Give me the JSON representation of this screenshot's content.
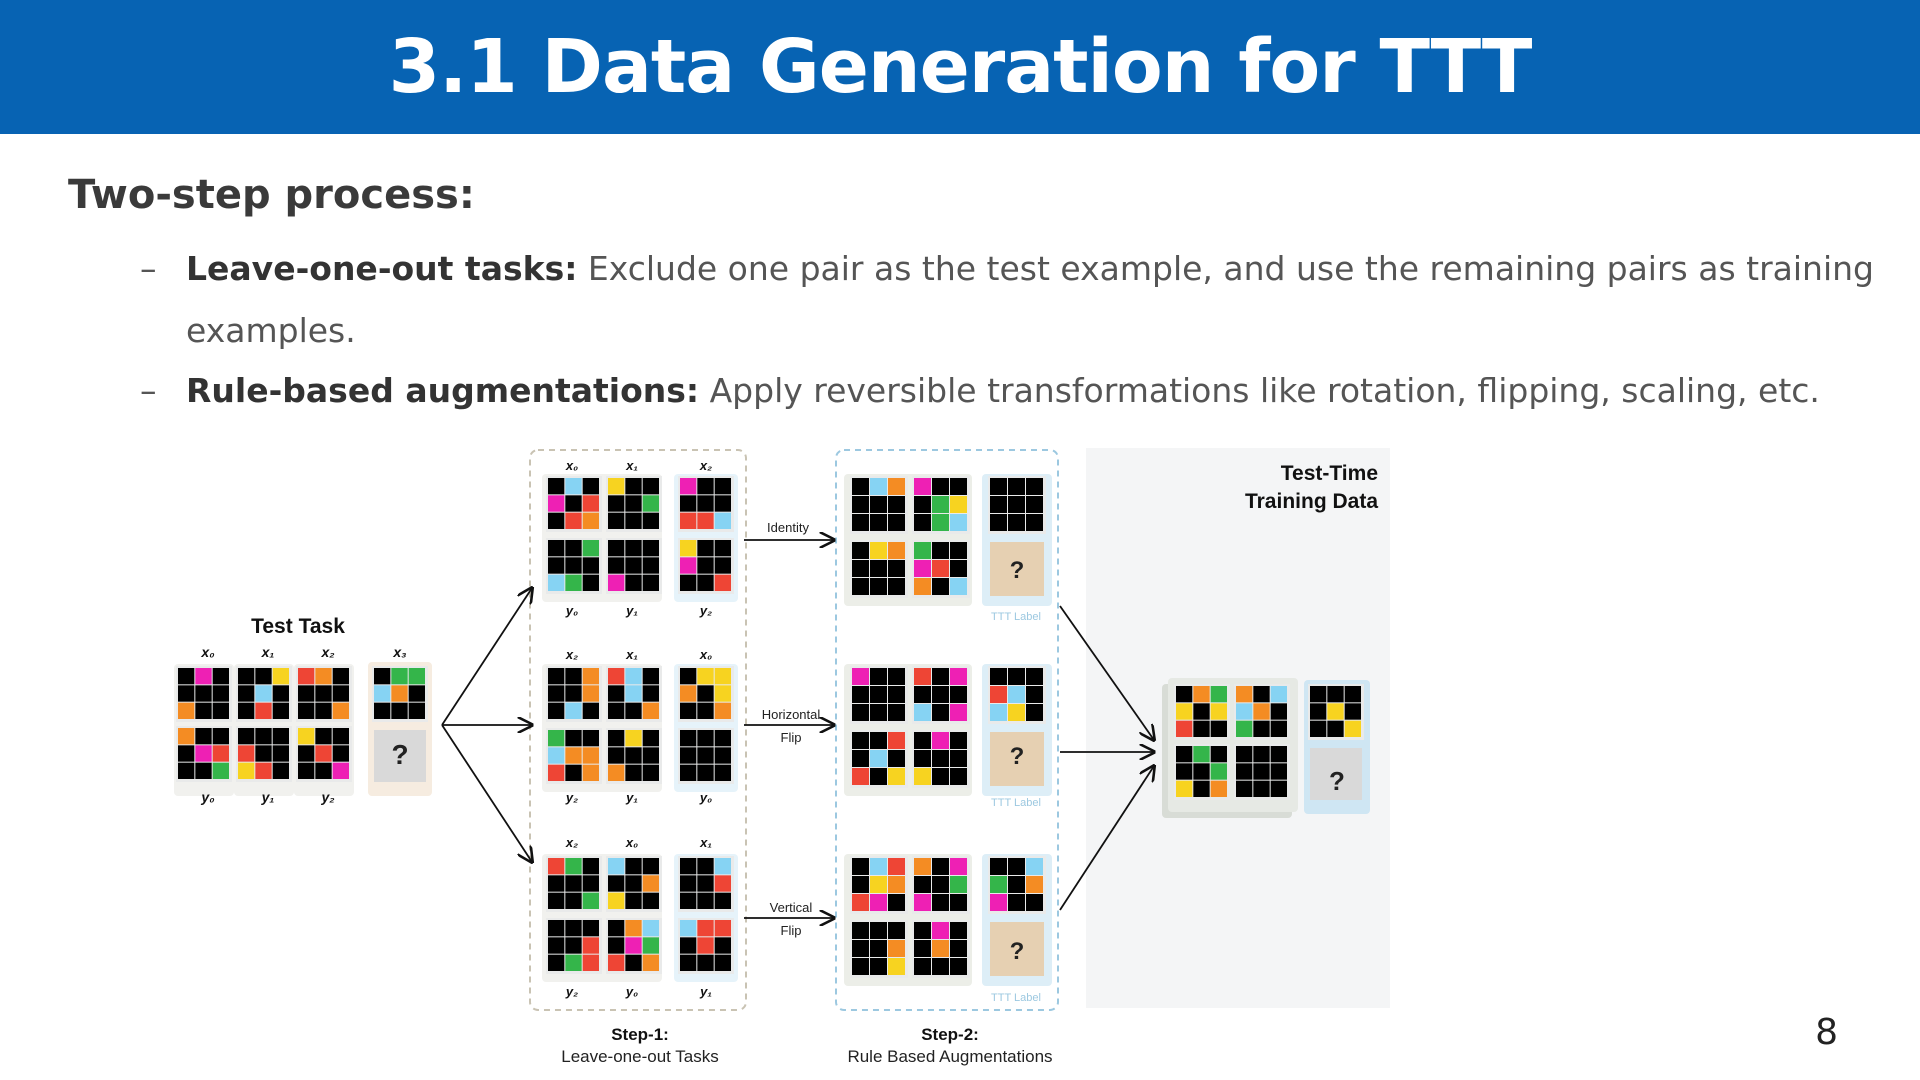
{
  "header": {
    "title": "3.1 Data Generation for TTT"
  },
  "intro": "Two-step process:",
  "bullets": [
    {
      "dash": "–",
      "bold": "Leave-one-out tasks:",
      "text": " Exclude one pair as the test example, and use the remaining pairs as training examples."
    },
    {
      "dash": "–",
      "bold": "Rule-based augmentations:",
      "text": " Apply reversible transformations like rotation, flipping, scaling, etc."
    }
  ],
  "page_number": "8",
  "figure": {
    "test_task": {
      "title": "Test Task",
      "x_labels": [
        "x₀",
        "x₁",
        "x₂",
        "x₃"
      ],
      "y_labels": [
        "y₀",
        "y₁",
        "y₂"
      ],
      "query": "?"
    },
    "step1": {
      "rows": [
        {
          "x_labels": [
            "x₀",
            "x₁",
            "x₂"
          ],
          "y_labels": [
            "y₀",
            "y₁",
            "y₂"
          ]
        },
        {
          "x_labels": [
            "x₂",
            "x₁",
            "x₀"
          ],
          "y_labels": [
            "y₂",
            "y₁",
            "y₀"
          ]
        },
        {
          "x_labels": [
            "x₂",
            "x₀",
            "x₁"
          ],
          "y_labels": [
            "y₂",
            "y₀",
            "y₁"
          ]
        }
      ],
      "caption_title": "Step-1:",
      "caption_sub": "Leave-one-out Tasks"
    },
    "transforms": [
      {
        "line1": "Identity",
        "line2": ""
      },
      {
        "line1": "Horizontal",
        "line2": "Flip"
      },
      {
        "line1": "Vertical",
        "line2": "Flip"
      }
    ],
    "step2": {
      "ttt_label": "TTT Label",
      "query": "?",
      "caption_title": "Step-2:",
      "caption_sub": "Rule Based Augmentations"
    },
    "ttt_data": {
      "line1": "Test-Time",
      "line2": "Training Data",
      "query": "?"
    }
  },
  "colors": {
    "header_bg": "#0763b3",
    "black": "#000000",
    "magenta": "#ee20b4",
    "yellow": "#f7d320",
    "red": "#ee4535",
    "orange": "#f48c23",
    "light_blue": "#86d3f3",
    "green": "#34b54a",
    "gray": "#7d7d7d",
    "panel_bg": "#f4f5f6"
  }
}
